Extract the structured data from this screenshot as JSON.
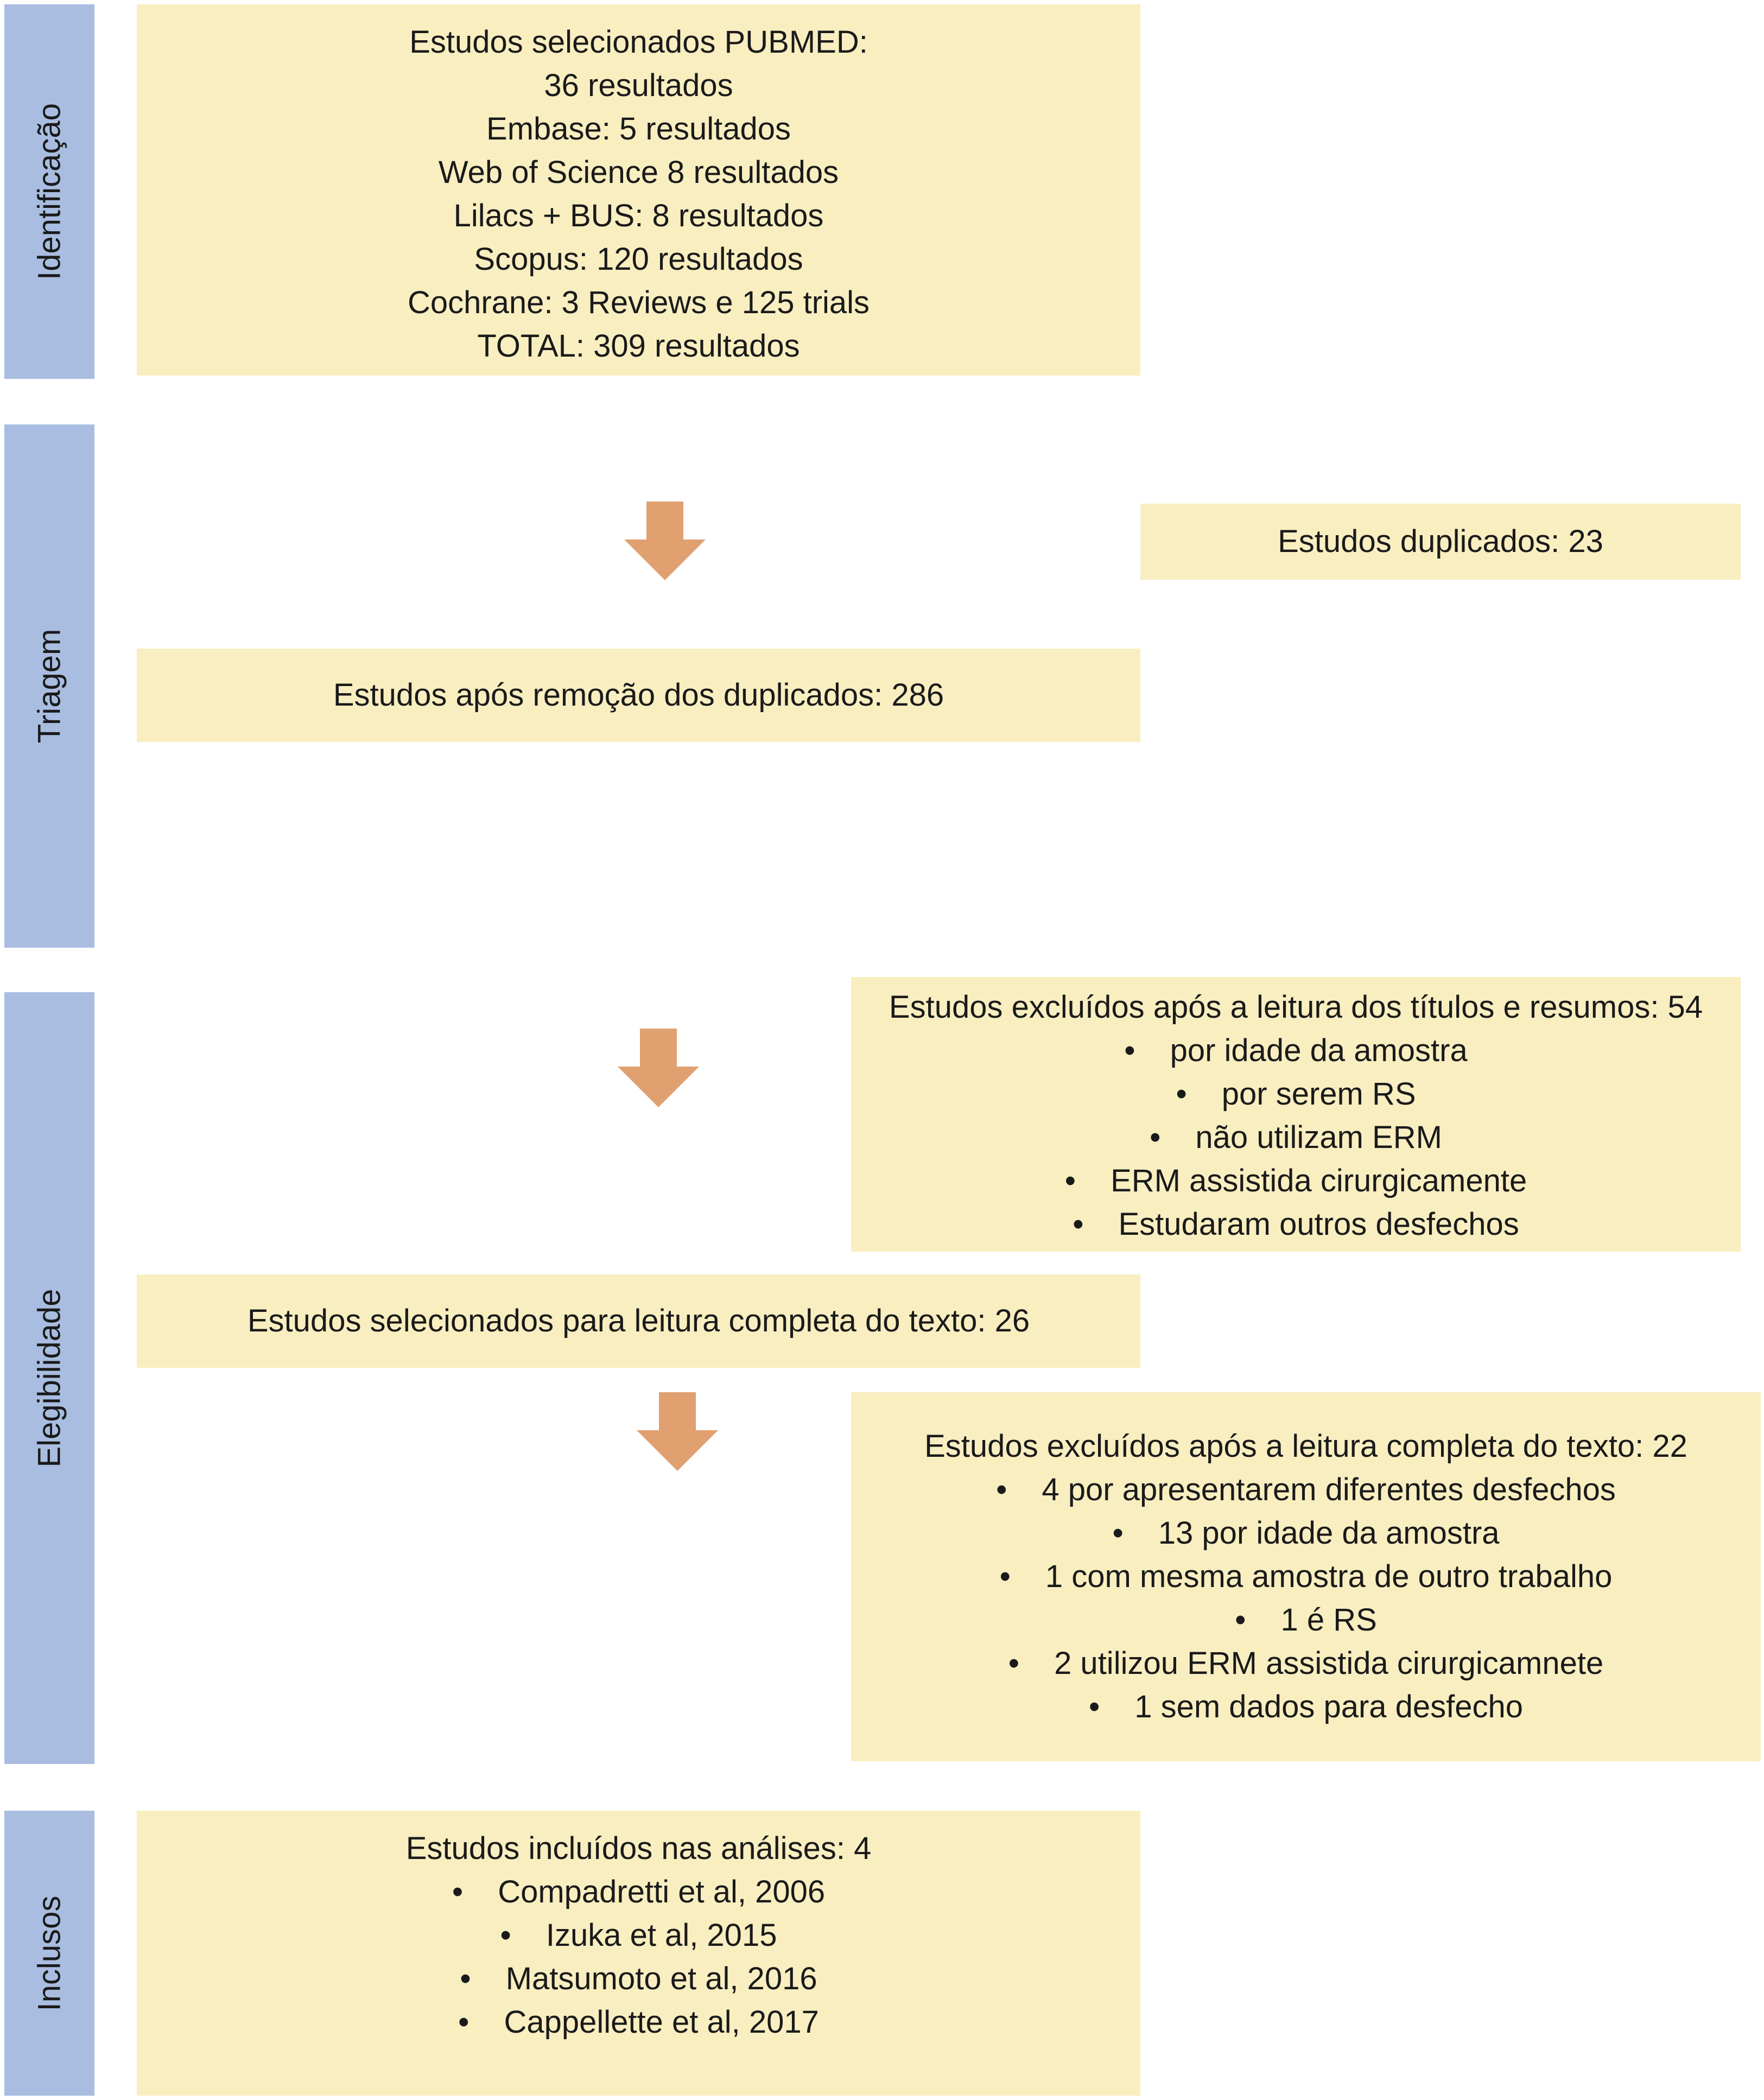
{
  "stages": [
    {
      "id": "identificacao",
      "label": "Identificação"
    },
    {
      "id": "triagem",
      "label": "Triagem"
    },
    {
      "id": "elegibilidade",
      "label": "Elegibilidade"
    },
    {
      "id": "inclusos",
      "label": "Inclusos"
    }
  ],
  "identification_box": {
    "lines": [
      "Estudos selecionados PUBMED:",
      "36 resultados",
      "Embase: 5 resultados",
      "Web of Science 8  resultados",
      "Lilacs + BUS: 8 resultados",
      "Scopus: 120 resultados",
      "Cochrane: 3 Reviews e 125 trials",
      "TOTAL: 309 resultados"
    ]
  },
  "duplicates_box": {
    "text": "Estudos duplicados: 23"
  },
  "after_removal_box": {
    "text": "Estudos após remoção dos duplicados: 286"
  },
  "excluded_titles_box": {
    "title": "Estudos excluídos após a leitura dos títulos e resumos: 54",
    "bullets": [
      "por idade da amostra",
      "por serem RS",
      "não utilizam ERM",
      "ERM assistida cirurgicamente",
      "Estudaram outros desfechos"
    ]
  },
  "full_text_box": {
    "text": "Estudos selecionados para leitura completa do texto: 26"
  },
  "excluded_fulltext_box": {
    "title": "Estudos excluídos após a leitura completa do texto: 22",
    "bullets": [
      "4 por apresentarem diferentes desfechos",
      "13 por idade da amostra",
      "1 com mesma amostra de outro trabalho",
      "1 é RS",
      "2 utilizou ERM assistida cirurgicamnete",
      "1 sem dados para desfecho"
    ]
  },
  "included_box": {
    "title": "Estudos incluídos nas análises: 4",
    "bullets": [
      "Compadretti et al, 2006",
      "Izuka et al, 2015",
      "Matsumoto et al, 2016",
      "Cappellette et al, 2017"
    ]
  },
  "colors": {
    "stage_bar": "#a8bde0",
    "box_fill": "#f8eec0",
    "arrow": "#e0a070"
  }
}
